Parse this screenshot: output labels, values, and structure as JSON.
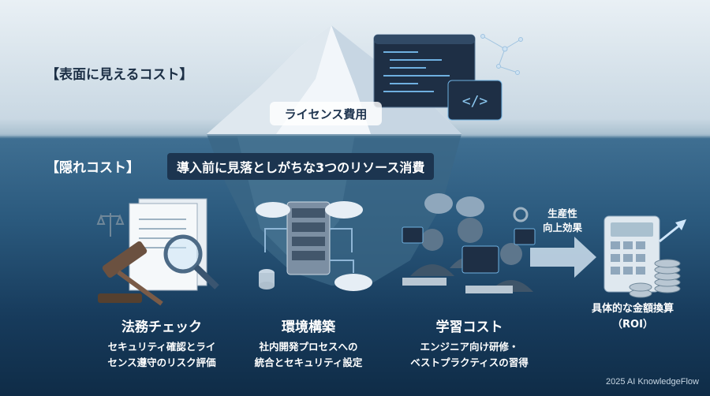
{
  "surface": {
    "label": "【表面に見えるコスト】",
    "license_fee": "ライセンス費用"
  },
  "hidden": {
    "label": "【隠れコスト】",
    "subtitle": "導入前に見落としがちな3つのリソース消費"
  },
  "costs": [
    {
      "title": "法務チェック",
      "desc_line1": "セキュリティ確認とライ",
      "desc_line2": "センス遵守のリスク評価"
    },
    {
      "title": "環境構築",
      "desc_line1": "社内開発プロセスへの",
      "desc_line2": "統合とセキュリティ設定"
    },
    {
      "title": "学習コスト",
      "desc_line1": "エンジニア向け研修・",
      "desc_line2": "ベストプラクティスの習得"
    }
  ],
  "arrow": {
    "line1": "生産性",
    "line2": "向上効果"
  },
  "roi": {
    "line1": "具体的な金額換算",
    "line2": "（ROI）"
  },
  "footer": "2025 AI KnowledgeFlow",
  "colors": {
    "water_dark": "#0f2c47",
    "water_mid": "#2b5a7e",
    "sky": "#e9f0f5",
    "label_bg": "#1c3550"
  }
}
